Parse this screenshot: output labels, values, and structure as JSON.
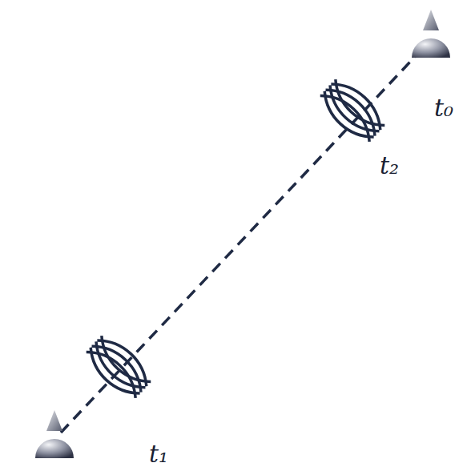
{
  "diagram": {
    "labels": [
      "t₀",
      "t₁",
      "t₂"
    ]
  }
}
